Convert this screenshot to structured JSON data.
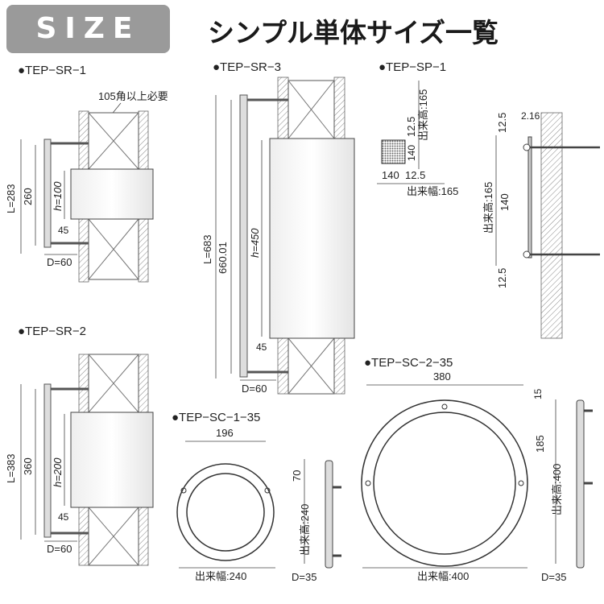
{
  "header": {
    "badge": "SIZE",
    "title": "シンプル単体サイズ一覧"
  },
  "products": {
    "sr1": {
      "name": "●TEP−SR−1",
      "note": "105角以上必要",
      "L": "L=283",
      "inner": "260",
      "h": "h=100",
      "offset": "45",
      "D": "D=60"
    },
    "sr2": {
      "name": "●TEP−SR−2",
      "L": "L=383",
      "inner": "360",
      "h": "h=200",
      "offset": "45",
      "D": "D=60"
    },
    "sr3": {
      "name": "●TEP−SR−3",
      "L": "L=683",
      "inner": "660.01",
      "h": "h=450",
      "offset": "45",
      "D": "D=60"
    },
    "sp1": {
      "name": "●TEP−SP−1",
      "h_top": "12.5",
      "h_plate": "140",
      "h_total": "出来高:165",
      "w_plate": "140",
      "w_margin": "12.5",
      "w_total": "出来幅:165",
      "side_top": "12.5",
      "side_depth": "2.16",
      "side_mid": "140",
      "side_total": "出来高:165",
      "side_bottom": "12.5"
    },
    "sc1": {
      "name": "●TEP−SC−1−35",
      "dia": "196",
      "top": "70",
      "height": "出来高:240",
      "width": "出来幅:240",
      "D": "D=35"
    },
    "sc2": {
      "name": "●TEP−SC−2−35",
      "dia": "380",
      "top": "15",
      "mid": "185",
      "height": "出来高:400",
      "width": "出来幅:400",
      "D": "D=35"
    }
  }
}
